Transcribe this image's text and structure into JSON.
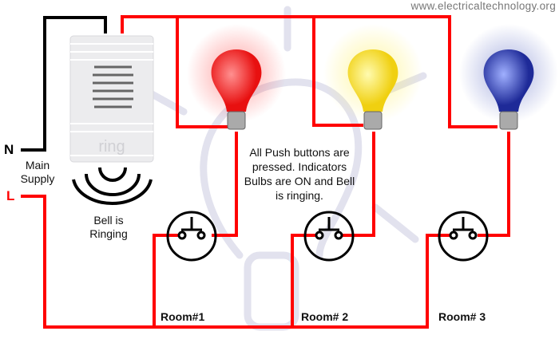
{
  "watermark_site": "www.electricaltechnology.org",
  "supply": {
    "neutral": "N",
    "live": "L",
    "label": "Main Supply"
  },
  "bell": {
    "brand": "ring",
    "status": "Bell is Ringing"
  },
  "description": "All Push buttons are pressed. Indicators Bulbs are ON and Bell is ringing.",
  "rooms": [
    {
      "label": "Room#1",
      "bulb_color": "#ff2020"
    },
    {
      "label": "Room# 2",
      "bulb_color": "#ffe020"
    },
    {
      "label": "Room# 3",
      "bulb_color": "#2a3aa8"
    }
  ],
  "colors": {
    "live_wire": "#ff0000",
    "neutral_wire": "#000000"
  }
}
